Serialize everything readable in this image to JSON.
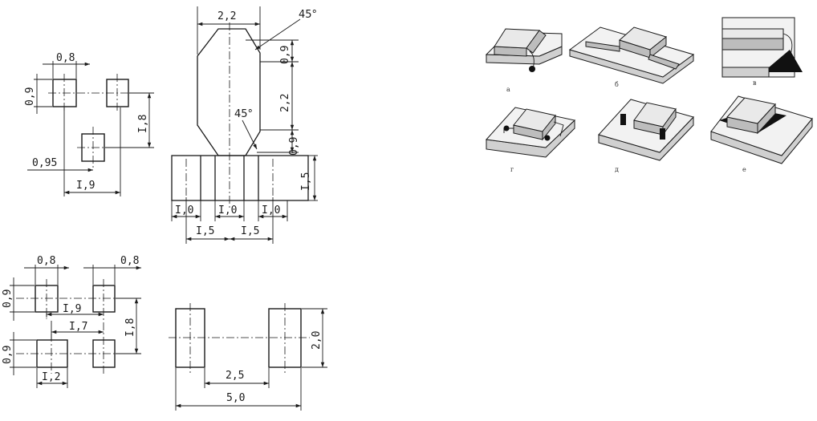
{
  "drawings": {
    "pad_layout_1": {
      "pad_width": "0,8",
      "pad_height": "0,9",
      "vertical_pitch": "I,8",
      "offset": "0,95",
      "span": "I,9"
    },
    "sot_footprint": {
      "top_width": "2,2",
      "angle_top": "45°",
      "chamfer_top": "0,9",
      "body_height": "2,2",
      "angle_bottom": "45°",
      "chamfer_bottom": "0,9",
      "lead_height": "I,5",
      "lead_width_1": "I,0",
      "lead_width_2": "I,0",
      "lead_width_3": "I,0",
      "lead_pitch_1": "I,5",
      "lead_pitch_2": "I,5"
    },
    "pad_layout_2": {
      "pad_width_left": "0,8",
      "pad_width_right": "0,8",
      "pad_height_top": "0,9",
      "span_top": "I,9",
      "span_inner": "I,7",
      "vertical_pitch": "I,8",
      "pad_height_bottom": "0,9",
      "bottom_width": "I,2"
    },
    "chip_footprint": {
      "gap": "2,5",
      "total_length": "5,0",
      "pad_height": "2,0"
    }
  },
  "mounting_variants": {
    "labels": [
      "а",
      "б",
      "в",
      "г",
      "д",
      "е"
    ]
  }
}
